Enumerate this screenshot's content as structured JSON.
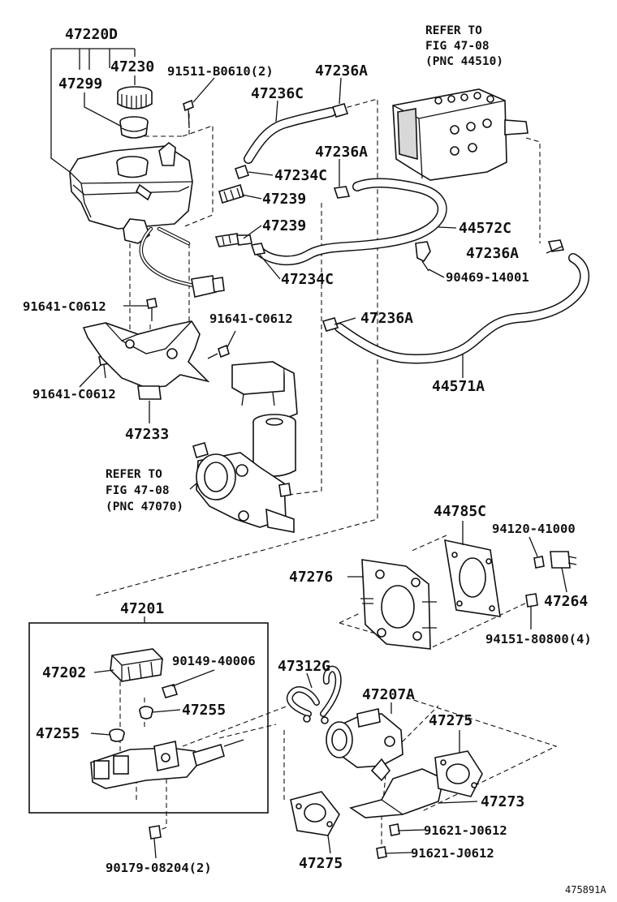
{
  "labels": {
    "p47220D": "47220D",
    "p47230": "47230",
    "p47299": "47299",
    "p91511": "91511-B0610(2)",
    "p47236A_1": "47236A",
    "p47236C": "47236C",
    "p47236A_2": "47236A",
    "p47234C_1": "47234C",
    "p47239_1": "47239",
    "p47239_2": "47239",
    "p44572C": "44572C",
    "p47236A_3": "47236A",
    "p90469": "90469-14001",
    "p47234C_2": "47234C",
    "p91641_1": "91641-C0612",
    "p91641_2": "91641-C0612",
    "p47236A_4": "47236A",
    "p44571A": "44571A",
    "p91641_3": "91641-C0612",
    "p47233": "47233",
    "p44785C": "44785C",
    "p94120": "94120-41000",
    "p47276": "47276",
    "p47264": "47264",
    "p94151": "94151-80800(4)",
    "p47201": "47201",
    "p47202": "47202",
    "p90149": "90149-40006",
    "p47312G": "47312G",
    "p47207A": "47207A",
    "p47255_1": "47255",
    "p47255_2": "47255",
    "p47275_1": "47275",
    "p47273": "47273",
    "p91621_1": "91621-J0612",
    "p91621_2": "91621-J0612",
    "p47275_2": "47275",
    "p90179": "90179-08204(2)"
  },
  "refer_top": {
    "line1": "REFER TO",
    "line2": "FIG 47-08",
    "line3": "(PNC 44510)"
  },
  "refer_mid": {
    "line1": "REFER TO",
    "line2": "FIG 47-08",
    "line3": "(PNC 47070)"
  },
  "illustration_id": "475891A"
}
